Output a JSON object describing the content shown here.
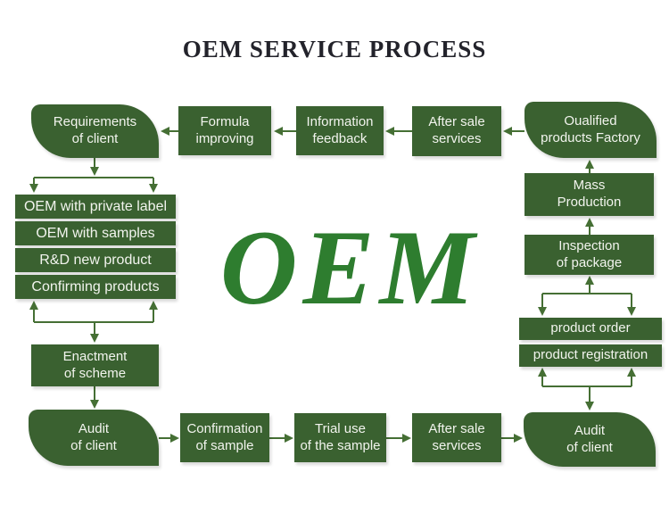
{
  "title": "OEM SERVICE PROCESS",
  "center_label": "OEM",
  "colors": {
    "box_green": "#3a6130",
    "arrow_green": "#456f34",
    "oem_green": "#2e7d2f",
    "title_color": "#23232b",
    "box_text": "#f2f4ee"
  },
  "top_row": {
    "requirements": "Requirements\nof client",
    "formula_improving": "Formula\nimproving",
    "information_feedback": "Information\nfeedback",
    "after_sale_services": "After sale\nservices",
    "qualified_factory": "Oualified\nproducts Factory"
  },
  "left_stack": {
    "oem_private_label": "OEM with private label",
    "oem_samples": "OEM with samples",
    "rd_new_product": "R&D new product",
    "confirming_products": "Confirming products"
  },
  "left_column": {
    "enactment": "Enactment\nof scheme"
  },
  "right_column": {
    "mass_production": "Mass\nProduction",
    "inspection_package": "Inspection\nof package",
    "product_order": "product order",
    "product_registration": "product registration"
  },
  "bottom_row": {
    "audit_client_left": "Audit\nof  client",
    "confirmation_sample": "Confirmation\nof sample",
    "trial_use": "Trial use\nof the sample",
    "after_sale_services": "After sale\nservices",
    "audit_client_right": "Audit\nof client"
  }
}
